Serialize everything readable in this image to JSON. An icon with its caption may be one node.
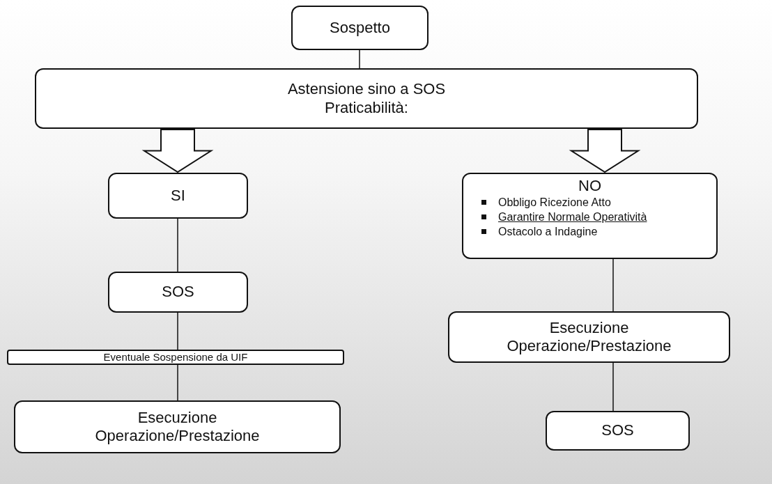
{
  "diagram": {
    "nodes": [
      {
        "text": [
          "Sospetto"
        ]
      },
      {
        "text": [
          "Astensione sino a SOS",
          "Praticabilità:"
        ]
      },
      {
        "text": [
          "SI"
        ]
      },
      {
        "text": [
          "NO",
          "Obbligo Ricezione Atto",
          "Garantire Normale Operatività",
          "Ostacolo a Indagine"
        ]
      },
      {
        "text": [
          "SOS"
        ]
      },
      {
        "text": [
          "Eventuale Sospensione da UIF"
        ]
      },
      {
        "text": [
          "Esecuzione Operazione/Prestazione"
        ]
      },
      {
        "text": [
          "Esecuzione Operazione/Prestazione"
        ]
      },
      {
        "text": [
          "SOS"
        ]
      }
    ],
    "edges": [
      {
        "from": 0,
        "to": 1,
        "arrow": "none"
      },
      {
        "from": 1,
        "to": 2,
        "arrow": "to"
      },
      {
        "from": 1,
        "to": 3,
        "arrow": "to"
      },
      {
        "from": 2,
        "to": 4,
        "arrow": "none"
      },
      {
        "from": 4,
        "to": 5,
        "arrow": "none"
      },
      {
        "from": 5,
        "to": 6,
        "arrow": "none"
      },
      {
        "from": 3,
        "to": 7,
        "arrow": "none"
      },
      {
        "from": 7,
        "to": 8,
        "arrow": "none"
      }
    ]
  }
}
